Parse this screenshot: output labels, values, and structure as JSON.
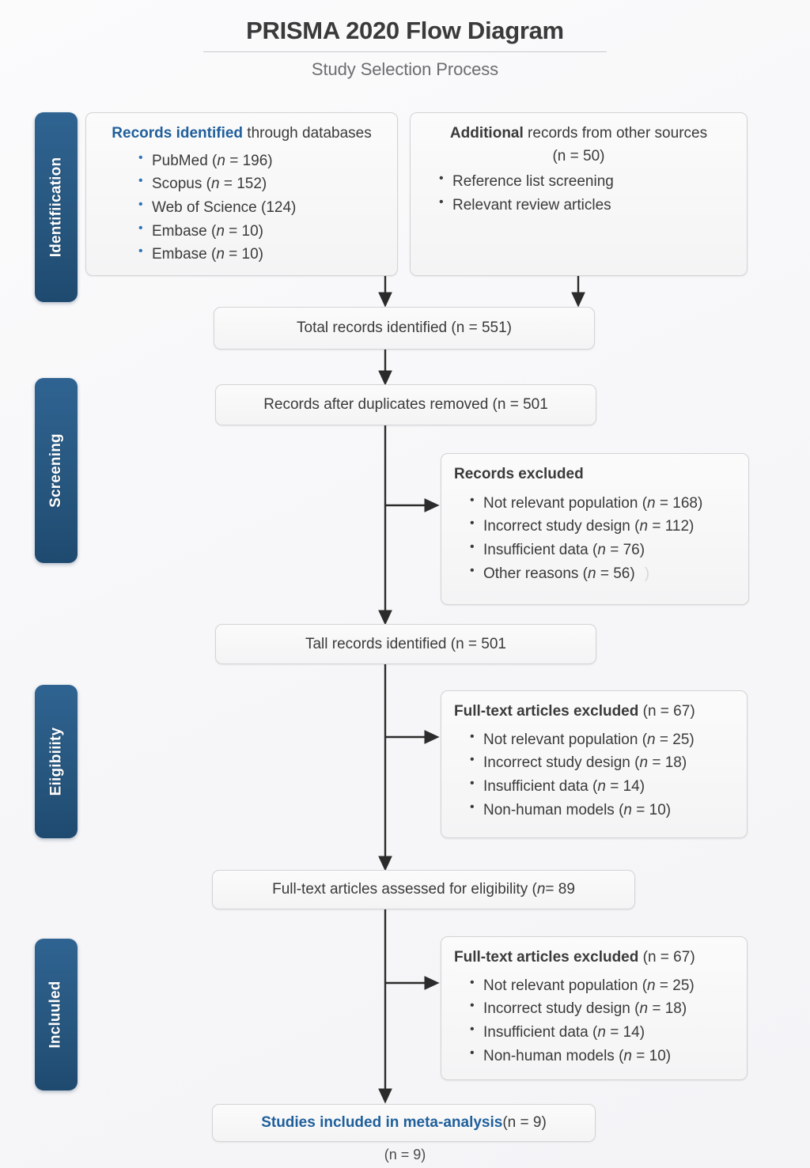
{
  "header": {
    "title": "PRISMA 2020 Flow Diagram",
    "subtitle": "Study Selection Process"
  },
  "stages": [
    {
      "label": "Identifiication"
    },
    {
      "label": "Screening"
    },
    {
      "label": "Eiigibiiity"
    },
    {
      "label": "Incluuled"
    }
  ],
  "boxes": {
    "databases": {
      "title_accent": "Records identified",
      "title_rest": " through databases",
      "items": [
        {
          "text": "PubMed (",
          "n_label": "n",
          "n_value": " = 196)"
        },
        {
          "text": "Scopus (",
          "n_label": "n",
          "n_value": " = 152)"
        },
        {
          "text": "Web of Science (124)",
          "n_label": "",
          "n_value": ""
        },
        {
          "text": "Embase (",
          "n_label": "n",
          "n_value": " = 10)"
        },
        {
          "text": "Embase (",
          "n_label": "n",
          "n_value": " = 10)"
        }
      ]
    },
    "other_sources": {
      "title_bold": "Additional",
      "title_rest": " records from other sources",
      "count": "(n = 50)",
      "items": [
        "Reference list screening",
        "Relevant review articles"
      ]
    },
    "total_records": "Total records identified (n = 551)",
    "after_duplicates": "Records after duplicates removed (n = 501",
    "records_excluded": {
      "title": "Records excluded",
      "items": [
        {
          "text": "Not relevant population (",
          "n_label": "n",
          "n_value": " = 168)"
        },
        {
          "text": "Incorrect study design (",
          "n_label": "n",
          "n_value": " = 112)"
        },
        {
          "text": "Insufficient data (",
          "n_label": "n",
          "n_value": " = 76)"
        },
        {
          "text": "Other reasons (",
          "n_label": "n",
          "n_value": " = 56)",
          "trailing": ")"
        }
      ]
    },
    "tall_records": "Tall records identified (n = 501",
    "fulltext_excluded_1": {
      "title_bold": "Full-text articles excluded",
      "title_rest": " (n = 67)",
      "items": [
        {
          "text": "Not relevant population (",
          "n_label": "n",
          "n_value": " = 25)"
        },
        {
          "text": "Incorrect study design (",
          "n_label": "n",
          "n_value": " = 18)"
        },
        {
          "text": "Insufficient data (",
          "n_label": "n",
          "n_value": " = 14)"
        },
        {
          "text": "Non-human models (",
          "n_label": "n",
          "n_value": " = 10)"
        }
      ]
    },
    "assessed_eligibility": {
      "text_main": "Full-text articles assessed for eligibility (",
      "n_label": "n",
      "text_tail": " = 89"
    },
    "fulltext_excluded_2": {
      "title_bold": "Full-text articles excluded",
      "title_rest": " (n = 67)",
      "items": [
        {
          "text": "Not relevant population (",
          "n_label": "n",
          "n_value": " = 25)"
        },
        {
          "text": "Incorrect study design (",
          "n_label": "n",
          "n_value": " = 18)"
        },
        {
          "text": "Insufficient data (",
          "n_label": "n",
          "n_value": " = 14)"
        },
        {
          "text": "Non-human models (",
          "n_label": "n",
          "n_value": " = 10)"
        }
      ]
    },
    "included_final": {
      "title_bold": "Studies included in meta-analysis",
      "title_rest": " (n = 9)"
    },
    "final_note": "(n = 9)"
  },
  "colors": {
    "accent_blue": "#1f5f9b",
    "pill_blue": "#2f6391",
    "box_border": "#d4d4d7",
    "connector": "#2b2b2b"
  }
}
